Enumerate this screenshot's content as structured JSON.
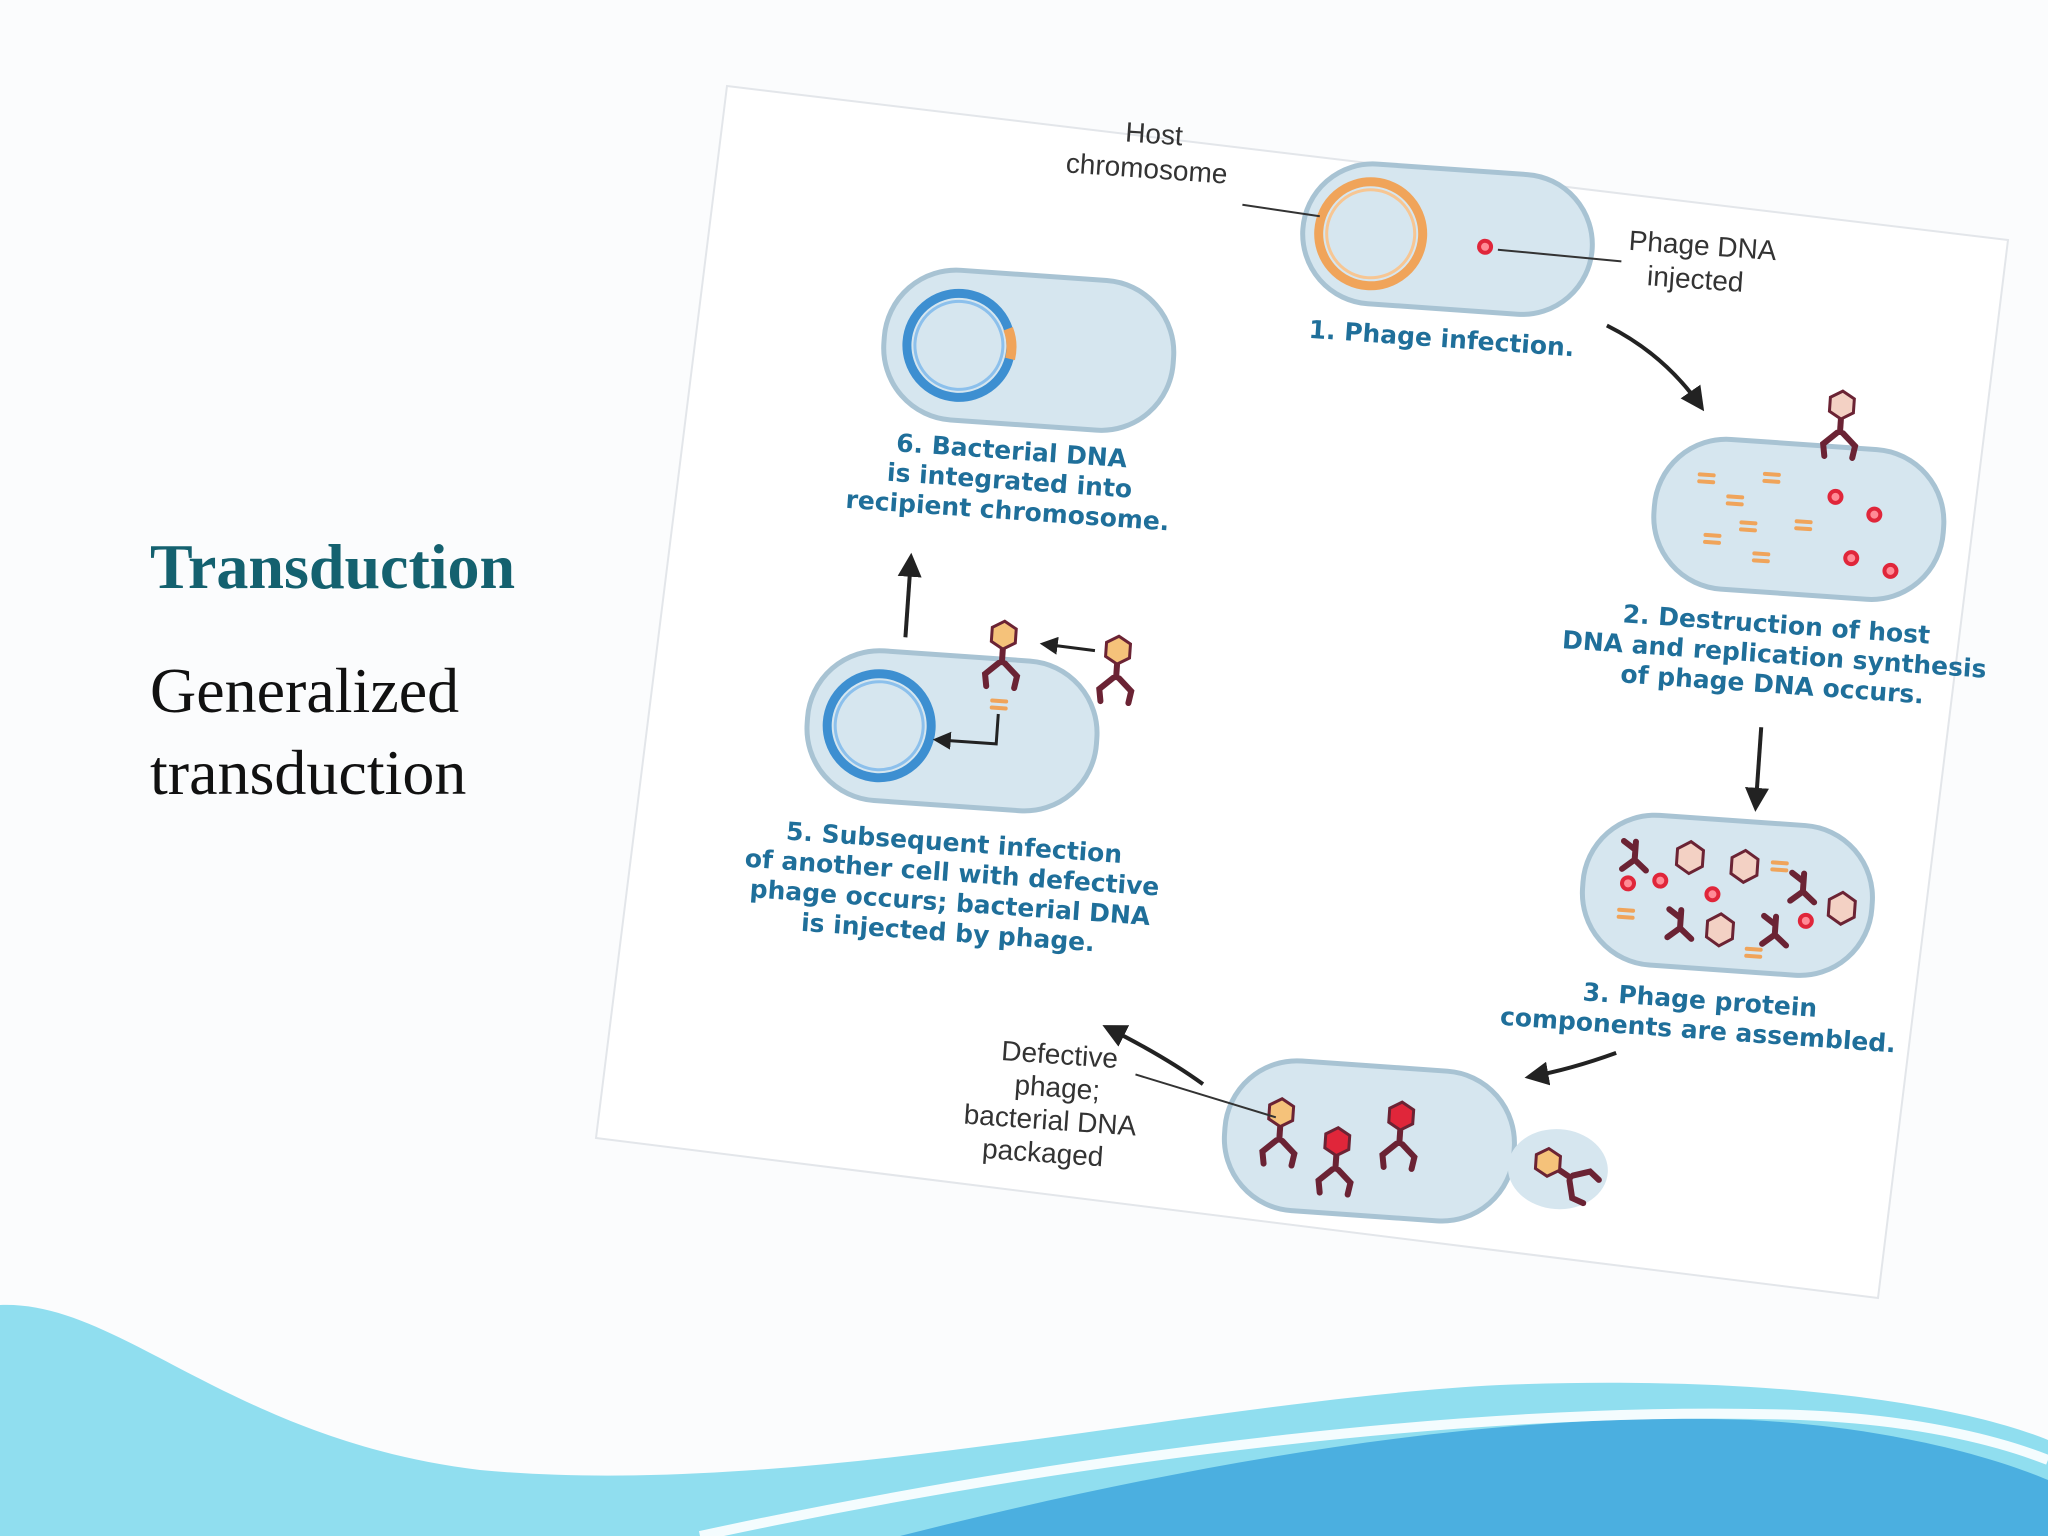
{
  "slide": {
    "title": "Transduction",
    "subtitle_lines": [
      "Generalized",
      "transduction"
    ]
  },
  "diagram": {
    "labels": {
      "host_chromosome": [
        "Host",
        "chromosome"
      ],
      "phage_dna_injected": [
        "Phage DNA",
        "injected"
      ],
      "defective_phage": [
        "Defective",
        "phage;",
        "bacterial DNA",
        "packaged"
      ]
    },
    "steps": [
      [
        "1. Phage infection."
      ],
      [
        "2. Destruction of host",
        "DNA and replication synthesis",
        "of phage DNA occurs."
      ],
      [
        "3. Phage protein",
        "components are assembled."
      ],
      [
        "5. Subsequent infection",
        "of another cell with defective",
        "phage occurs; bacterial DNA",
        "is injected by phage."
      ],
      [
        "6. Bacterial DNA",
        "is integrated into",
        "recipient chromosome."
      ]
    ]
  },
  "colors": {
    "title": "#14616f",
    "step_text": "#1f6f9a",
    "cell_fill": "#d6e6ef",
    "host_dna": "#f0a45a",
    "recipient_dna": "#3d8fd1",
    "phage": "#6b2334",
    "phage_dna": "#e0263a",
    "wave_light": "#7dd8ec",
    "wave_dark": "#3aa2dc"
  }
}
